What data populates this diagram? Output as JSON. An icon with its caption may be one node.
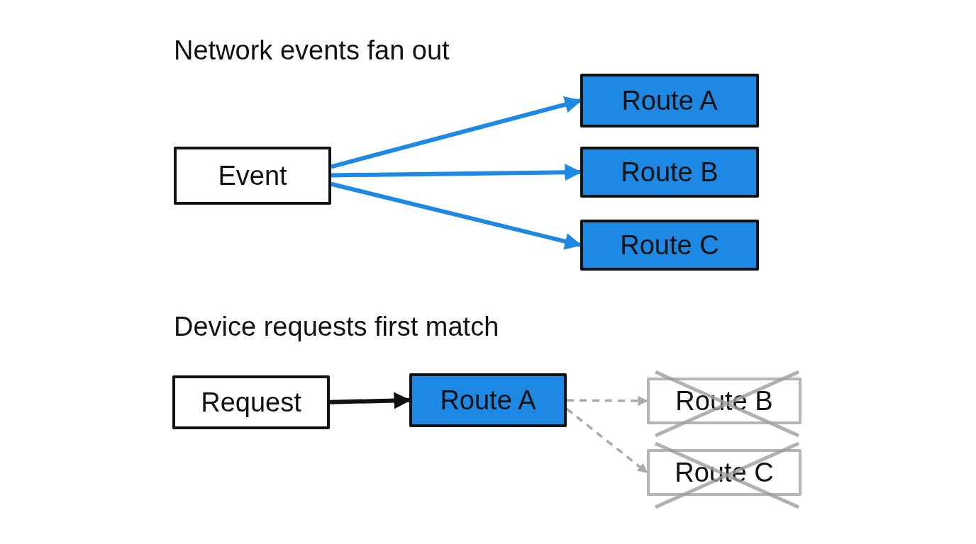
{
  "diagram": {
    "nodes": [
      {
        "text": [
          "Event"
        ]
      },
      {
        "text": [
          "Route A"
        ]
      },
      {
        "text": [
          "Route B"
        ]
      },
      {
        "text": [
          "Route C"
        ]
      },
      {
        "text": [
          "Request"
        ]
      },
      {
        "text": [
          "Route A"
        ]
      },
      {
        "text": [
          "Route B"
        ]
      },
      {
        "text": [
          "Route C"
        ]
      }
    ],
    "edges": [
      {
        "from": 0,
        "to": 1,
        "arrow": "to"
      },
      {
        "from": 0,
        "to": 2,
        "arrow": "to"
      },
      {
        "from": 0,
        "to": 3,
        "arrow": "to"
      },
      {
        "from": 4,
        "to": 5,
        "arrow": "to",
        "color": "#111111"
      },
      {
        "from": 5,
        "to": 6,
        "arrow": "to",
        "style": "dashed",
        "color": "#aaaaaa"
      },
      {
        "from": 5,
        "to": 7,
        "arrow": "to",
        "style": "dashed",
        "color": "#aaaaaa"
      }
    ],
    "labels": [
      "Network events fan out",
      "Device requests first match"
    ]
  }
}
